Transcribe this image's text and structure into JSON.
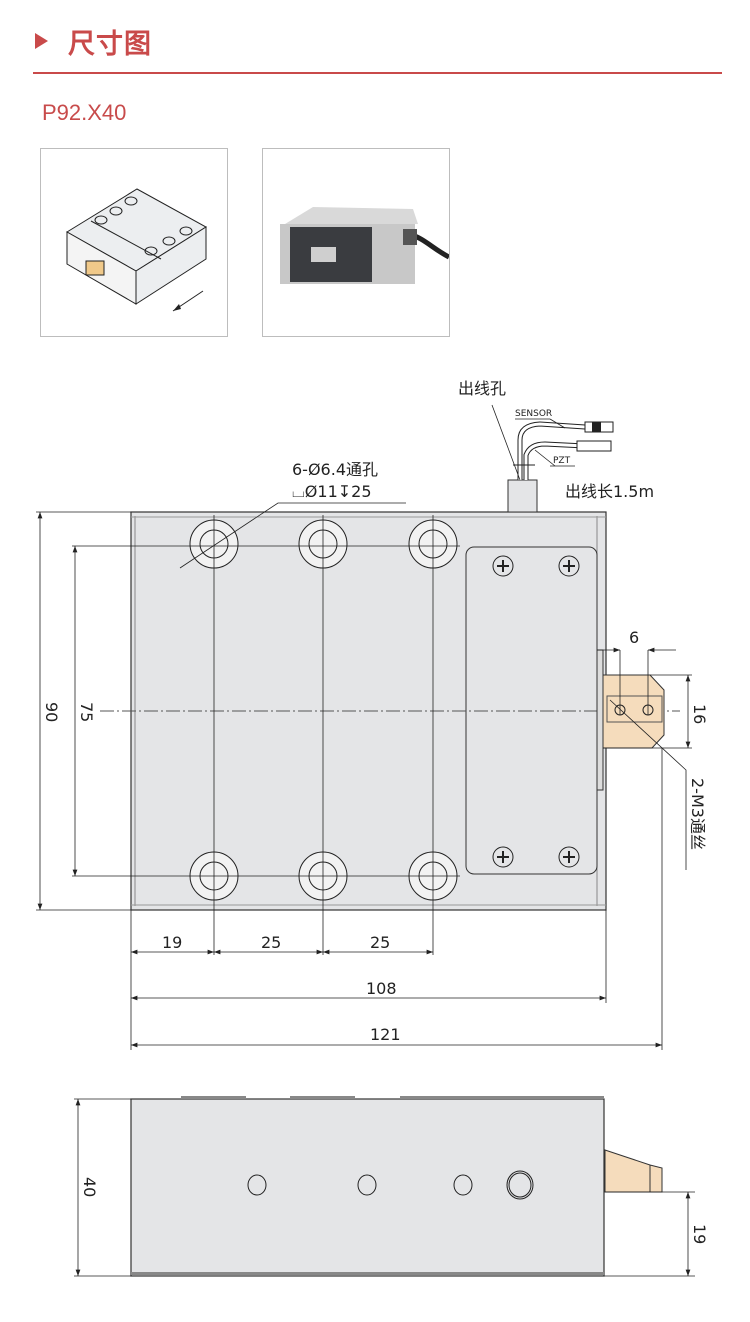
{
  "header": {
    "title": "尺寸图"
  },
  "model": "P92.X40",
  "top_view": {
    "cable_exit_label": "出线孔",
    "sensor_label": "SENSOR",
    "pzt_label": "PZT",
    "cable_length_label": "出线长1.5m",
    "hole_note_line1": "6-Ø6.4通孔",
    "hole_note_line2": "⌴Ø11↧25",
    "thread_note": "2-M3通丝",
    "dims": {
      "height_total": "90",
      "hole_pitch_y": "75",
      "slot_6": "6",
      "slot_16": "16",
      "x_19": "19",
      "x_25a": "25",
      "x_25b": "25",
      "width_108": "108",
      "width_121": "121"
    }
  },
  "side_view": {
    "dims": {
      "height": "40",
      "slider_height": "19"
    }
  },
  "colors": {
    "accent": "#c94a4a",
    "body": "#e4e5e7",
    "slider": "#f5dcbc"
  }
}
